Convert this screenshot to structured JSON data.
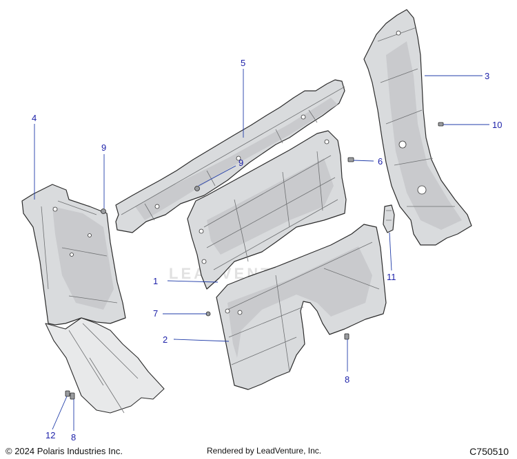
{
  "watermark": "LEADVENTURE",
  "callouts": [
    "1",
    "2",
    "3",
    "4",
    "5",
    "6",
    "7",
    "8",
    "8",
    "9",
    "9",
    "10",
    "11",
    "12"
  ],
  "footer": {
    "copyright": "© 2024 Polaris Industries Inc.",
    "rendered_by": "Rendered by LeadVenture, Inc.",
    "diagram_code": "C750510"
  },
  "colors": {
    "callout": "#1b1fa8",
    "part_fill": "#d9dbdd",
    "outline": "#2b2b2b"
  }
}
